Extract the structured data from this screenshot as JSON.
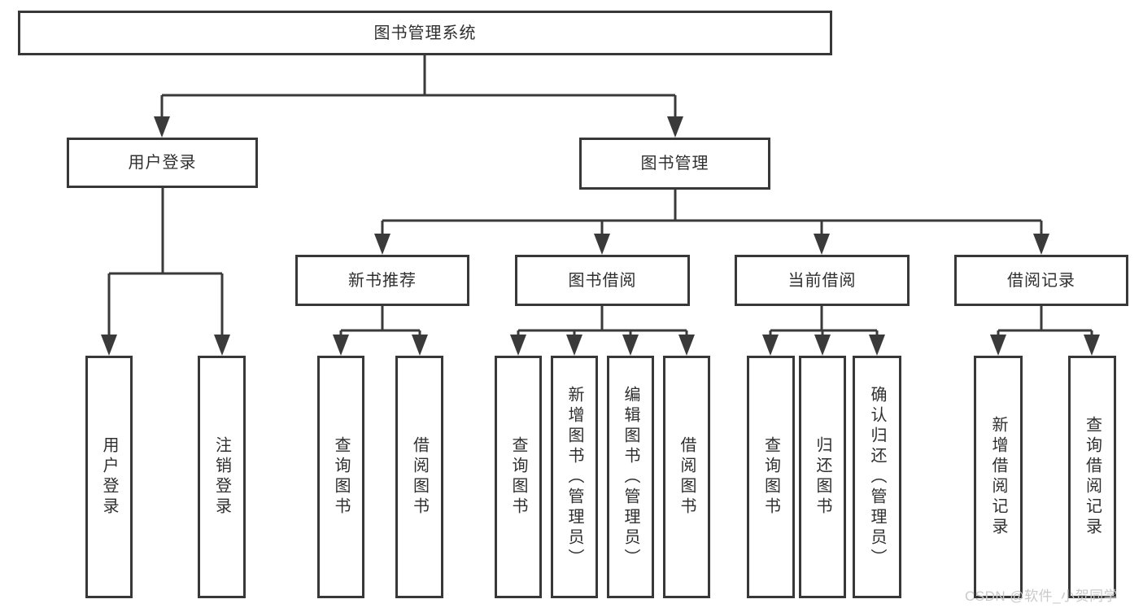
{
  "tree": {
    "root": "图书管理系统",
    "branches": [
      {
        "label": "用户登录",
        "leaves": [
          "用户登录",
          "注销登录"
        ]
      },
      {
        "label": "图书管理",
        "sections": [
          {
            "label": "新书推荐",
            "leaves": [
              "查询图书",
              "借阅图书"
            ]
          },
          {
            "label": "图书借阅",
            "leaves": [
              "查询图书",
              "新增图书（管理员）",
              "编辑图书（管理员）",
              "借阅图书"
            ]
          },
          {
            "label": "当前借阅",
            "leaves": [
              "查询图书",
              "归还图书",
              "确认归还（管理员）"
            ]
          },
          {
            "label": "借阅记录",
            "leaves": [
              "新增借阅记录",
              "查询借阅记录"
            ]
          }
        ]
      }
    ]
  },
  "watermark": {
    "text": "CSDN @软件_小贺同学"
  },
  "colors": {
    "line": "#3a3a3a",
    "box_border": "#383838",
    "text": "#2f2f2f",
    "watermark": "#c9c9c9",
    "background": "#ffffff"
  }
}
